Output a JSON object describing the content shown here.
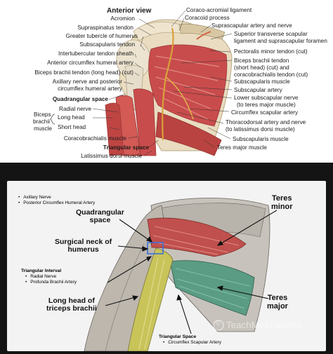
{
  "top": {
    "view_title": "Anterior view",
    "left_labels": [
      "Acromion",
      "Supraspinatus tendon",
      "Greater tubercle of humerus",
      "Subscapularis tendon",
      "Intertubercular tendon sheath",
      "Anterior circumflex humeral artery",
      "Biceps brachii tendon (long head) (cut)",
      "Axillary nerve and posterior",
      "circumflex humeral artery",
      "Quadrangular space",
      "Radial nerve",
      "Biceps",
      "brachii",
      "muscle",
      "Long head",
      "Short head",
      "Coracobrachialis muscle",
      "Triangular space",
      "Latissimus dorsi muscle"
    ],
    "right_labels": [
      "Coraco-acromial ligament",
      "Coracoid process",
      "Suprascapular artery and nerve",
      "Superior transverse scapular",
      "ligament and suprascapular foramen",
      "Pectoralis minor tendon (cut)",
      "Biceps brachii tendon",
      "(short head) (cut) and",
      "coracobrachialis tendon (cut)",
      "Subscapularis muscle",
      "Subscapular artery",
      "Lower subscapular nerve",
      "(to teres major muscle)",
      "Circumflex scapular artery",
      "Thoracodorsal artery and nerve",
      "(to latissimus dorsi muscle)",
      "Subscapularis muscle",
      "Teres major muscle"
    ]
  },
  "bottom": {
    "legend": [
      "Axillary Nerve",
      "Posterior Circumflex Humeral Artery"
    ],
    "quadrangular": [
      "Quadrangular",
      "space"
    ],
    "surgical_neck": [
      "Surgical neck of",
      "humerus"
    ],
    "triangular_interval": {
      "title": "Triangular Interval",
      "items": [
        "Radial Nerve",
        "Profunda Brachii Artery"
      ]
    },
    "long_head": [
      "Long head of",
      "triceps brachii"
    ],
    "teres_minor": [
      "Teres",
      "minor"
    ],
    "teres_major": [
      "Teres",
      "major"
    ],
    "triangular_space": {
      "title": "Triangular Space",
      "items": [
        "Circumflex Scapular Artery"
      ]
    },
    "watermark_logo": "©",
    "watermark": "TeachMeAnatomy"
  },
  "colors": {
    "muscle_red": "#c94c4c",
    "tendon": "#e8e0cc",
    "bone": "#e9dcc0",
    "teres_major_green": "#5b9c85",
    "long_head_yellow": "#c9c45a"
  }
}
